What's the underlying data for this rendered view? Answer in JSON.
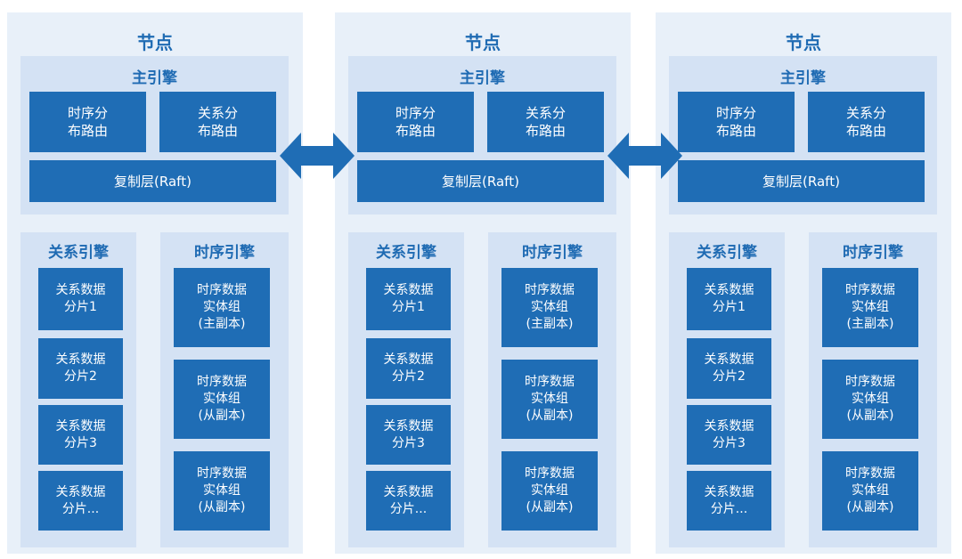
{
  "colors": {
    "node_bg": "#e8f0f9",
    "panel_bg": "#d4e2f4",
    "box_bg": "#1f6db5",
    "title_text": "#1f6bb3",
    "box_text": "#ffffff",
    "arrow": "#1f6db5"
  },
  "nodes": [
    {
      "title": "节点",
      "main_engine": {
        "title": "主引擎",
        "ts_routing": "时序分\n布路由",
        "rel_routing": "关系分\n布路由",
        "replication": "复制层(Raft)"
      },
      "relational_engine": {
        "title": "关系引擎",
        "shards": [
          "关系数据\n分片1",
          "关系数据\n分片2",
          "关系数据\n分片3",
          "关系数据\n分片..."
        ]
      },
      "timeseries_engine": {
        "title": "时序引擎",
        "groups": [
          "时序数据\n实体组\n(主副本)",
          "时序数据\n实体组\n(从副本)",
          "时序数据\n实体组\n(从副本)"
        ]
      }
    },
    {
      "title": "节点",
      "main_engine": {
        "title": "主引擎",
        "ts_routing": "时序分\n布路由",
        "rel_routing": "关系分\n布路由",
        "replication": "复制层(Raft)"
      },
      "relational_engine": {
        "title": "关系引擎",
        "shards": [
          "关系数据\n分片1",
          "关系数据\n分片2",
          "关系数据\n分片3",
          "关系数据\n分片..."
        ]
      },
      "timeseries_engine": {
        "title": "时序引擎",
        "groups": [
          "时序数据\n实体组\n(主副本)",
          "时序数据\n实体组\n(从副本)",
          "时序数据\n实体组\n(从副本)"
        ]
      }
    },
    {
      "title": "节点",
      "main_engine": {
        "title": "主引擎",
        "ts_routing": "时序分\n布路由",
        "rel_routing": "关系分\n布路由",
        "replication": "复制层(Raft)"
      },
      "relational_engine": {
        "title": "关系引擎",
        "shards": [
          "关系数据\n分片1",
          "关系数据\n分片2",
          "关系数据\n分片3",
          "关系数据\n分片..."
        ]
      },
      "timeseries_engine": {
        "title": "时序引擎",
        "groups": [
          "时序数据\n实体组\n(主副本)",
          "时序数据\n实体组\n(从副本)",
          "时序数据\n实体组\n(从副本)"
        ]
      }
    }
  ],
  "connectors": [
    {
      "from": 0,
      "to": 1,
      "type": "bidirectional-arrow"
    },
    {
      "from": 1,
      "to": 2,
      "type": "bidirectional-arrow"
    }
  ]
}
